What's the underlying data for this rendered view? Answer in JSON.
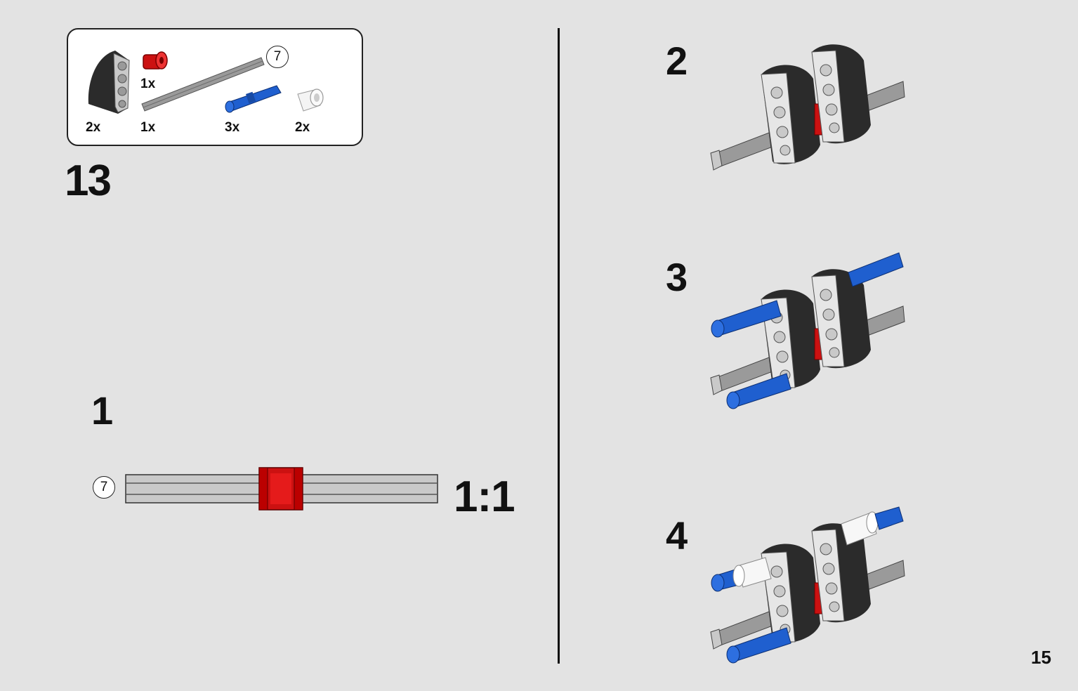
{
  "parts_list": {
    "items": [
      {
        "name": "curved-liftarm",
        "quantity": "2x",
        "color": "#2b2b2b"
      },
      {
        "name": "axle-joiner",
        "quantity": "1x",
        "color": "#cc1111"
      },
      {
        "name": "axle-7",
        "quantity": "1x",
        "color": "#9a9a9a",
        "length_badge": "7"
      },
      {
        "name": "axle-pin",
        "quantity": "3x",
        "color": "#1f5fcf"
      },
      {
        "name": "bush",
        "quantity": "2x",
        "color": "#f4f4f4"
      }
    ]
  },
  "main_step": {
    "number": "13"
  },
  "substeps": [
    {
      "number": "1",
      "axle_badge": "7",
      "scale": "1:1"
    },
    {
      "number": "2"
    },
    {
      "number": "3"
    },
    {
      "number": "4"
    }
  ],
  "page": {
    "number": "15"
  },
  "colors": {
    "background": "#e3e3e3",
    "black_part": "#2b2b2b",
    "red_part": "#cc1111",
    "blue_part": "#1f5fcf",
    "gray_part": "#9a9a9a",
    "white_part": "#f4f4f4"
  }
}
